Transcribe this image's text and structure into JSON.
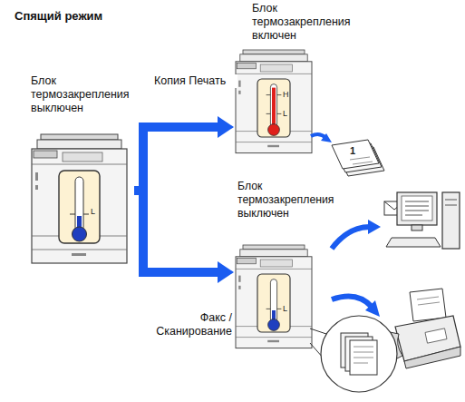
{
  "diagram": {
    "title": "Спящий режим",
    "nodes": [
      {
        "text": [
          "Блок термозакрепления выключен"
        ]
      },
      {
        "text": [
          "Блок термозакрепления включен"
        ]
      },
      {
        "text": [
          "Блок термозакрепления выключен"
        ]
      }
    ],
    "edges": [
      {
        "from": 0,
        "to": 1,
        "label": "Копия Печать",
        "arrow": "to"
      },
      {
        "from": 0,
        "to": 2,
        "label": "Факс / Сканирование",
        "arrow": "to"
      }
    ],
    "labels": [
      "L",
      "H",
      "L",
      "L",
      "1"
    ]
  }
}
